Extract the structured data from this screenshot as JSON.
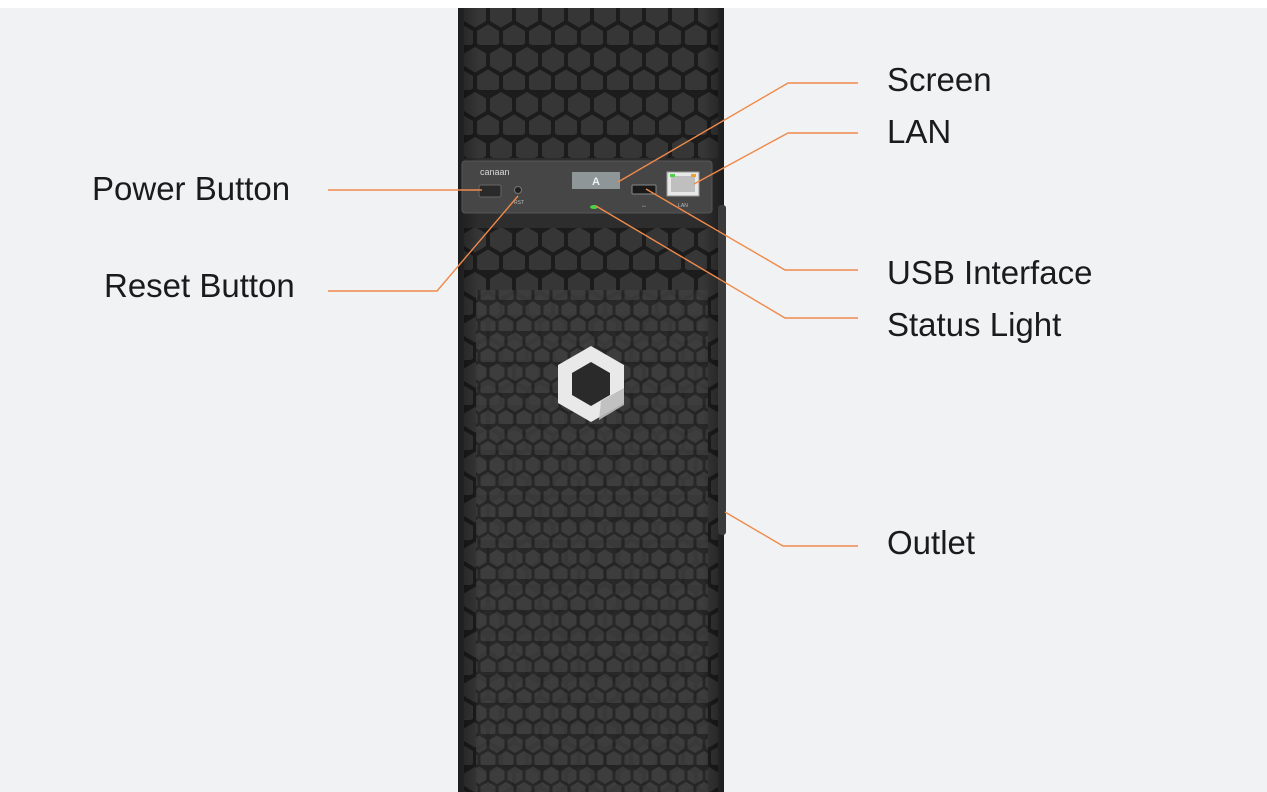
{
  "device": {
    "brand": "canaan",
    "screen_text": "A",
    "reset_text": "RST",
    "lan_text": "LAN",
    "usb_text": "↔"
  },
  "callouts": {
    "screen": "Screen",
    "lan": "LAN",
    "power_button": "Power Button",
    "reset_button": "Reset Button",
    "usb_interface": "USB Interface",
    "status_light": "Status Light",
    "outlet": "Outlet"
  },
  "colors": {
    "background": "#f1f2f4",
    "leader_line": "#f08a4b",
    "chassis": "#2f2f2f",
    "panel": "#404040",
    "status_led": "#4ad34a"
  }
}
